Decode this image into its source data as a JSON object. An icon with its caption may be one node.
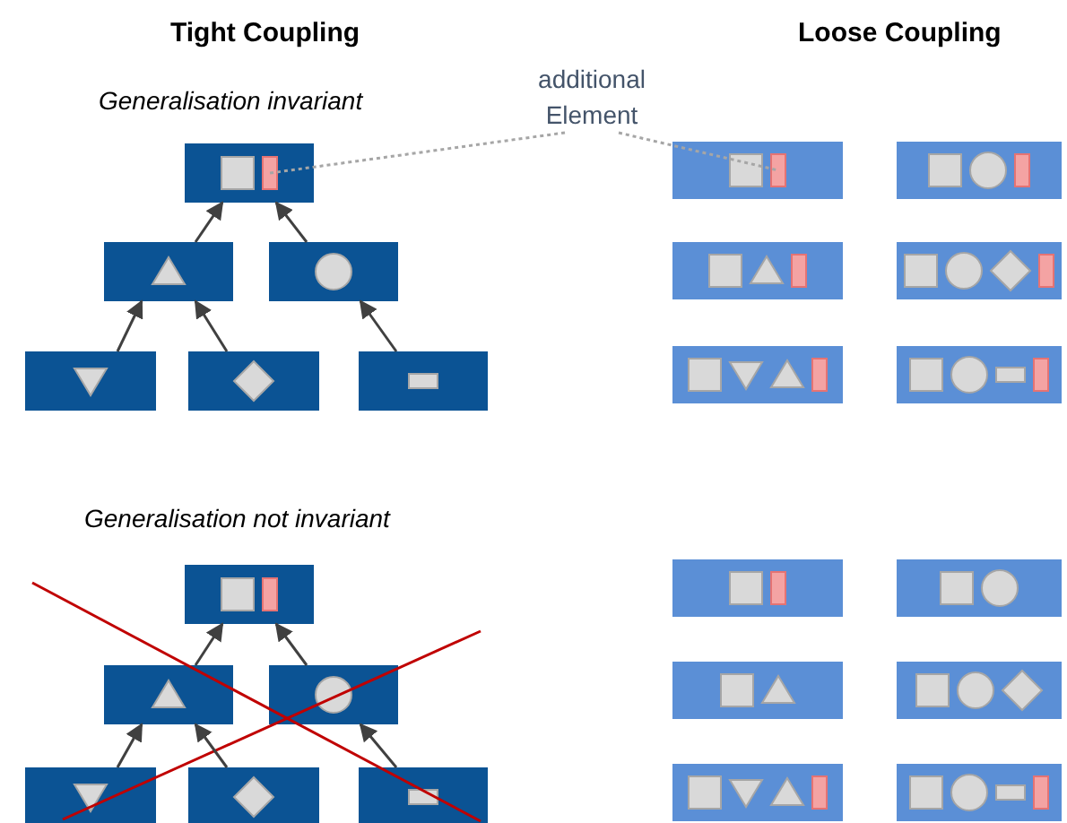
{
  "diagram": {
    "nodes": [
      {
        "text": [],
        "shape": "box"
      },
      {
        "text": [],
        "shape": "box"
      },
      {
        "text": [],
        "shape": "box"
      },
      {
        "text": [],
        "shape": "box"
      },
      {
        "text": [],
        "shape": "box"
      },
      {
        "text": [],
        "shape": "box"
      },
      {
        "text": [
          "additional Element"
        ]
      },
      {
        "text": [],
        "shape": "box"
      },
      {
        "text": [],
        "shape": "box"
      },
      {
        "text": [],
        "shape": "box"
      },
      {
        "text": [],
        "shape": "box"
      },
      {
        "text": [],
        "shape": "box"
      },
      {
        "text": [],
        "shape": "box"
      },
      {
        "text": [],
        "shape": "box"
      },
      {
        "text": [],
        "shape": "box"
      },
      {
        "text": [],
        "shape": "box"
      },
      {
        "text": [],
        "shape": "box"
      },
      {
        "text": [],
        "shape": "box"
      },
      {
        "text": [],
        "shape": "box"
      },
      {
        "text": [],
        "shape": "box"
      },
      {
        "text": [],
        "shape": "box"
      },
      {
        "text": [],
        "shape": "box"
      },
      {
        "text": [],
        "shape": "box"
      },
      {
        "text": [],
        "shape": "box"
      },
      {
        "text": [],
        "shape": "box"
      }
    ],
    "edges": [
      {
        "from": 1,
        "to": 0,
        "arrow": "to"
      },
      {
        "from": 2,
        "to": 0,
        "arrow": "to"
      },
      {
        "from": 3,
        "to": 1,
        "arrow": "to"
      },
      {
        "from": 4,
        "to": 1,
        "arrow": "to"
      },
      {
        "from": 5,
        "to": 2,
        "arrow": "to"
      },
      {
        "from": 14,
        "to": 13,
        "arrow": "to"
      },
      {
        "from": 15,
        "to": 13,
        "arrow": "to"
      },
      {
        "from": 16,
        "to": 14,
        "arrow": "to"
      },
      {
        "from": 17,
        "to": 14,
        "arrow": "to"
      },
      {
        "from": 18,
        "to": 15,
        "arrow": "to"
      },
      {
        "from": 6,
        "to": 0,
        "arrow": "none",
        "style": "dashed",
        "color": "#a6a6a6"
      },
      {
        "from": 6,
        "to": 7,
        "arrow": "none",
        "style": "dashed",
        "color": "#a6a6a6"
      }
    ],
    "labels": [
      "Tight Coupling",
      "Loose Coupling",
      "Generalisation invariant",
      "Generalisation not invariant"
    ]
  }
}
